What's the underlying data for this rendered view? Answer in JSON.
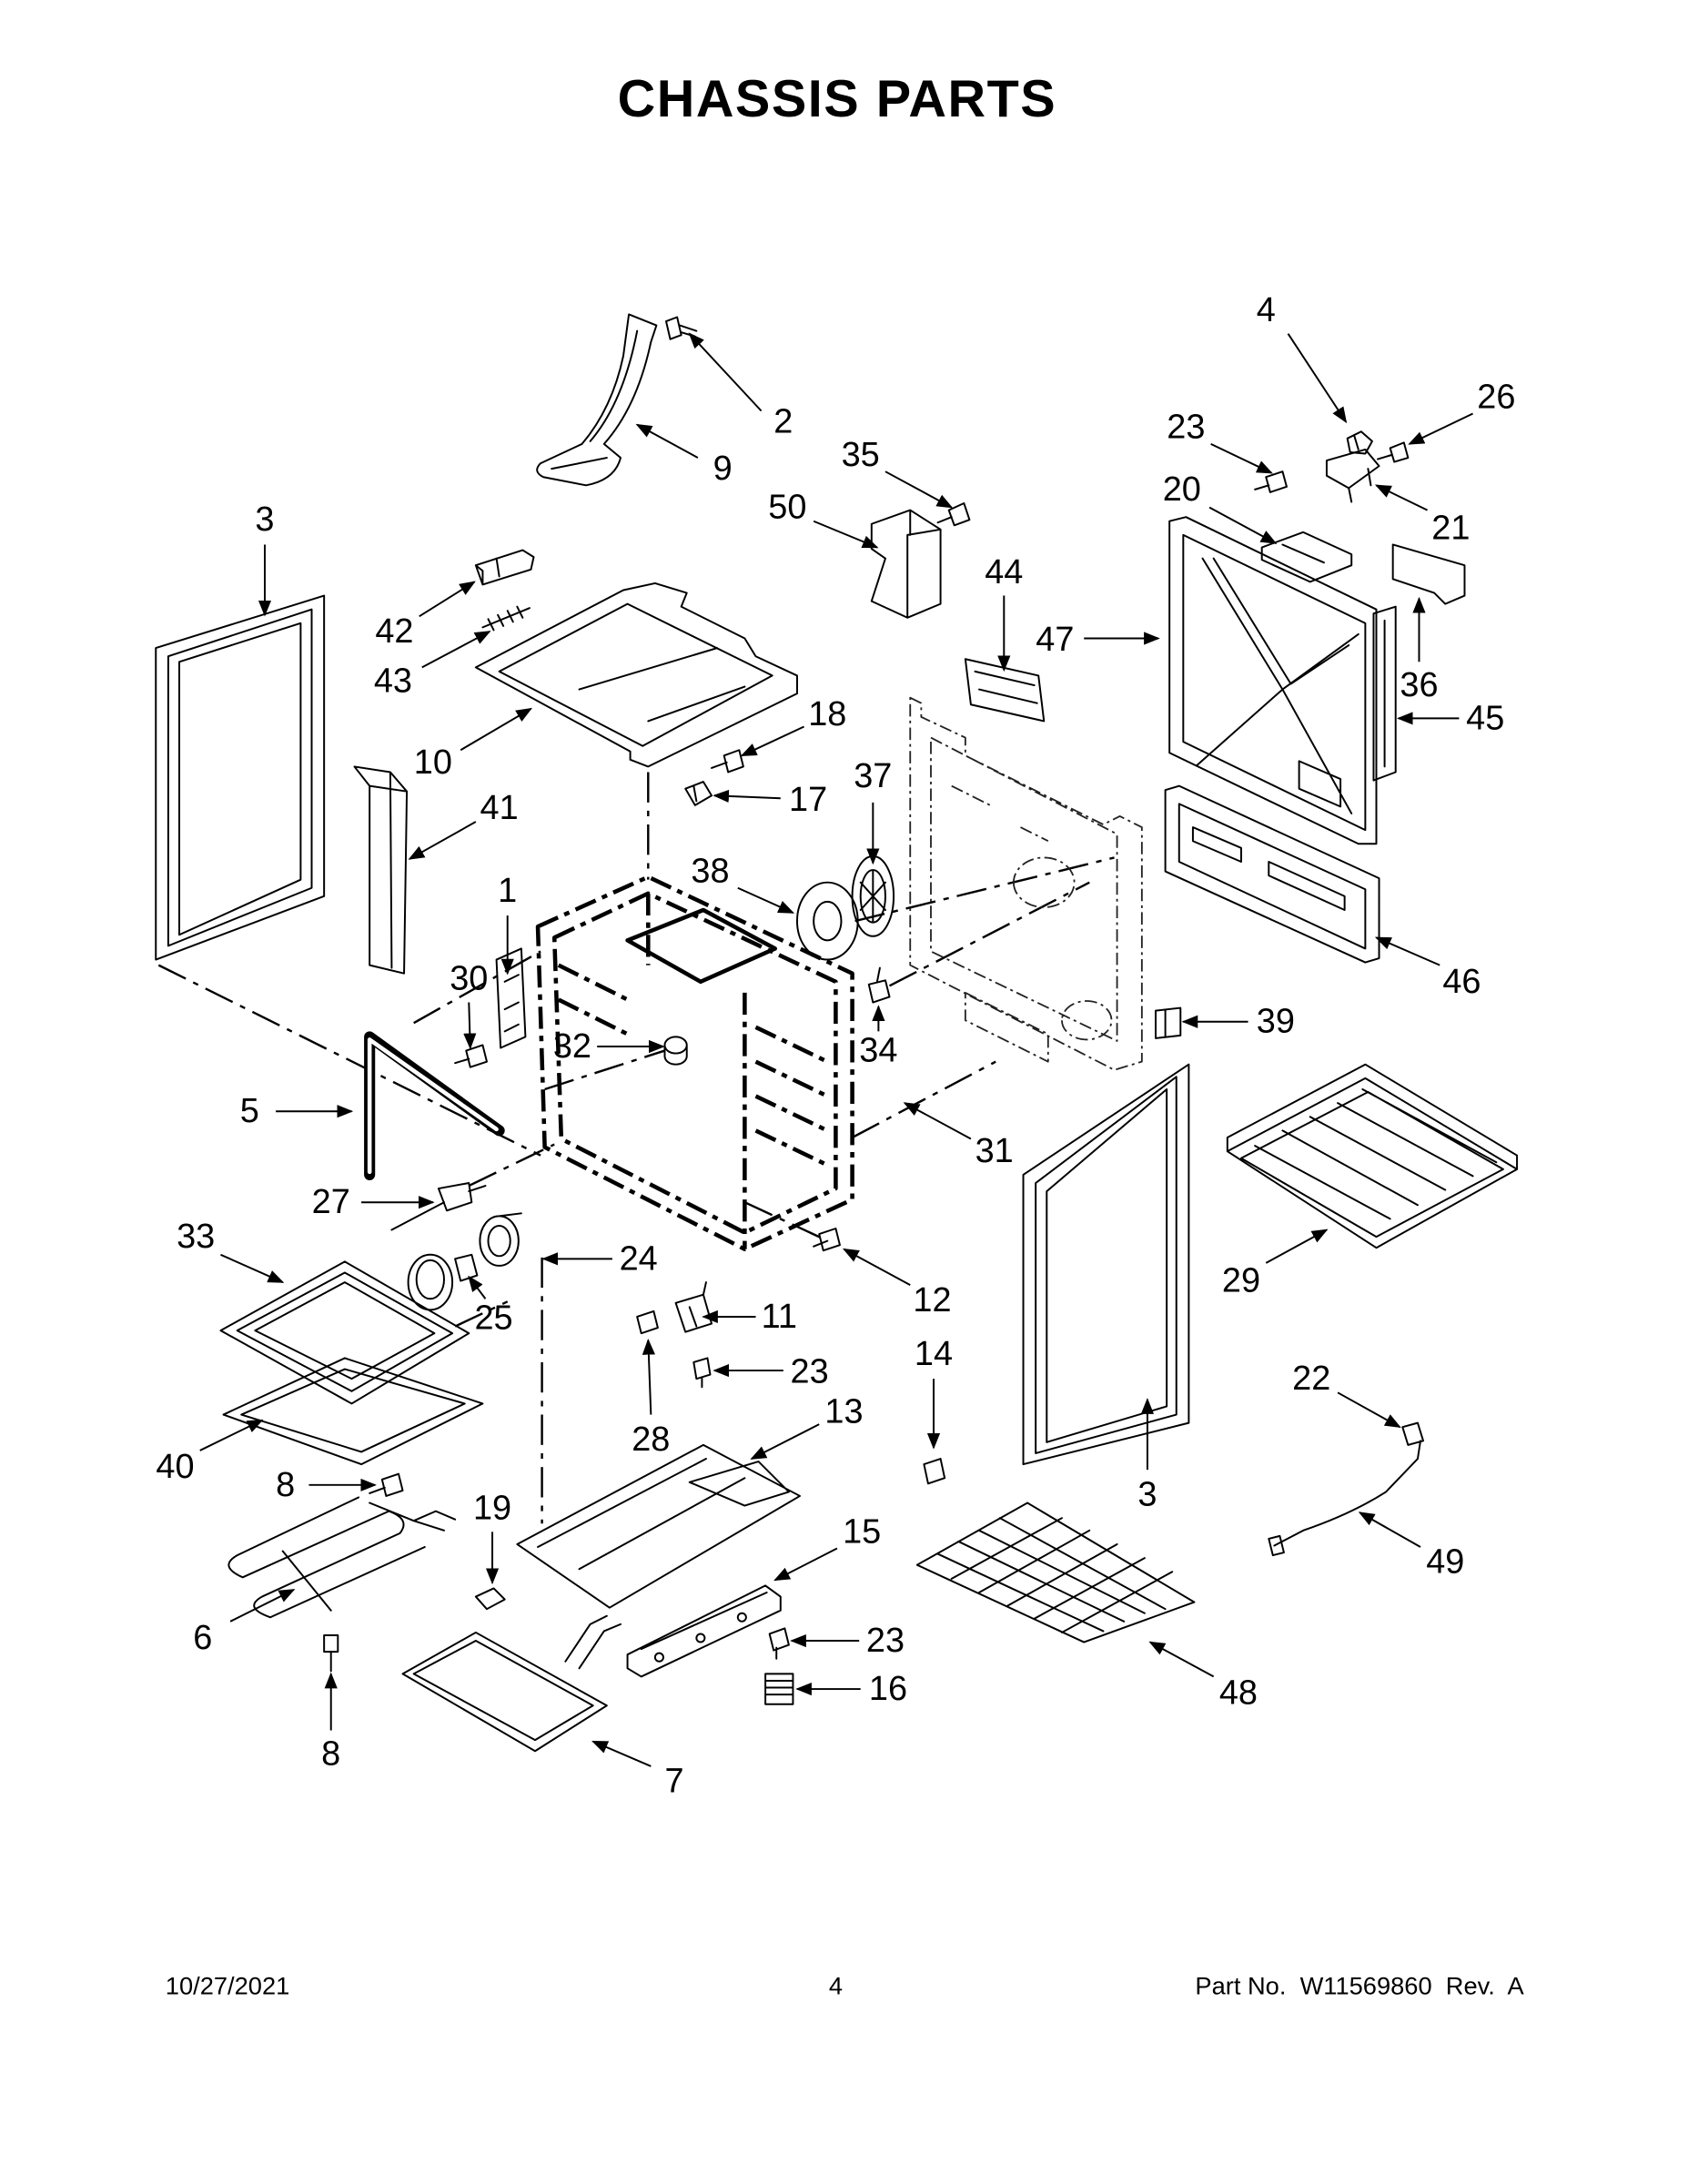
{
  "title": "CHASSIS PARTS",
  "callouts": [
    "2",
    "9",
    "35",
    "50",
    "4",
    "26",
    "23",
    "20",
    "21",
    "3",
    "42",
    "43",
    "44",
    "47",
    "36",
    "45",
    "18",
    "10",
    "17",
    "37",
    "41",
    "38",
    "1",
    "30",
    "46",
    "39",
    "32",
    "34",
    "5",
    "31",
    "27",
    "33",
    "24",
    "12",
    "25",
    "11",
    "29",
    "22",
    "23",
    "14",
    "13",
    "28",
    "3",
    "40",
    "8",
    "19",
    "15",
    "49",
    "6",
    "23",
    "48",
    "16",
    "8",
    "7"
  ],
  "footer": {
    "date": "10/27/2021",
    "page": "4",
    "part_number": "Part No.  W11569860  Rev.  A"
  }
}
